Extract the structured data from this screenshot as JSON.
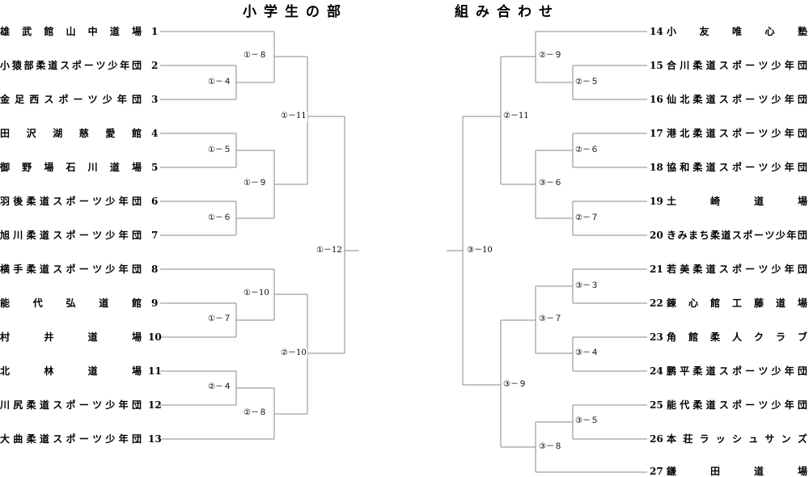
{
  "header": {
    "title_left": "小学生の部",
    "title_right": "組み合わせ"
  },
  "left_teams": [
    {
      "no": "1",
      "name": "雄武館山中道場"
    },
    {
      "no": "2",
      "name": "小猿部柔道スポーツ少年団"
    },
    {
      "no": "3",
      "name": "金足西スポーツ少年団"
    },
    {
      "no": "4",
      "name": "田沢湖慈愛館"
    },
    {
      "no": "5",
      "name": "御野場石川道場"
    },
    {
      "no": "6",
      "name": "羽後柔道スポーツ少年団"
    },
    {
      "no": "7",
      "name": "旭川柔道スポーツ少年団"
    },
    {
      "no": "8",
      "name": "横手柔道スポーツ少年団"
    },
    {
      "no": "9",
      "name": "能代弘道館"
    },
    {
      "no": "10",
      "name": "村井道場"
    },
    {
      "no": "11",
      "name": "北林道場"
    },
    {
      "no": "12",
      "name": "川尻柔道スポーツ少年団"
    },
    {
      "no": "13",
      "name": "大曲柔道スポーツ少年団"
    }
  ],
  "right_teams": [
    {
      "no": "14",
      "name": "小友唯心塾"
    },
    {
      "no": "15",
      "name": "合川柔道スポーツ少年団"
    },
    {
      "no": "16",
      "name": "仙北柔道スポーツ少年団"
    },
    {
      "no": "17",
      "name": "港北柔道スポーツ少年団"
    },
    {
      "no": "18",
      "name": "協和柔道スポーツ少年団"
    },
    {
      "no": "19",
      "name": "土崎道場"
    },
    {
      "no": "20",
      "name": "きみまち柔道スポーツ少年団"
    },
    {
      "no": "21",
      "name": "若美柔道スポーツ少年団"
    },
    {
      "no": "22",
      "name": "錬心館工藤道場"
    },
    {
      "no": "23",
      "name": "角館柔人クラブ"
    },
    {
      "no": "24",
      "name": "鹏平柔道スポーツ少年団"
    },
    {
      "no": "25",
      "name": "能代柔道スポーツ少年団"
    },
    {
      "no": "26",
      "name": "本荘ラッシュサンズ"
    },
    {
      "no": "27",
      "name": "鎌田道場"
    }
  ],
  "matches": {
    "m1_4": "①－４",
    "m1_8": "①－８",
    "m1_5": "①－５",
    "m1_9": "①－９",
    "m1_6": "①－６",
    "m1_11": "①－11",
    "m1_10": "①－10",
    "m1_7": "①－７",
    "m2_4": "②－４",
    "m2_8": "②－８",
    "m2_10": "②－10",
    "m1_12": "①－12",
    "m2_9": "②－９",
    "m2_5": "②－５",
    "m2_11": "②－11",
    "m2_6": "②－６",
    "m3_6": "③－６",
    "m2_7": "②－７",
    "m3_10": "③－10",
    "m3_3": "③－３",
    "m3_7": "③－７",
    "m3_4": "③－４",
    "m3_9": "③－９",
    "m3_5": "③－５",
    "m3_8": "③－８"
  }
}
